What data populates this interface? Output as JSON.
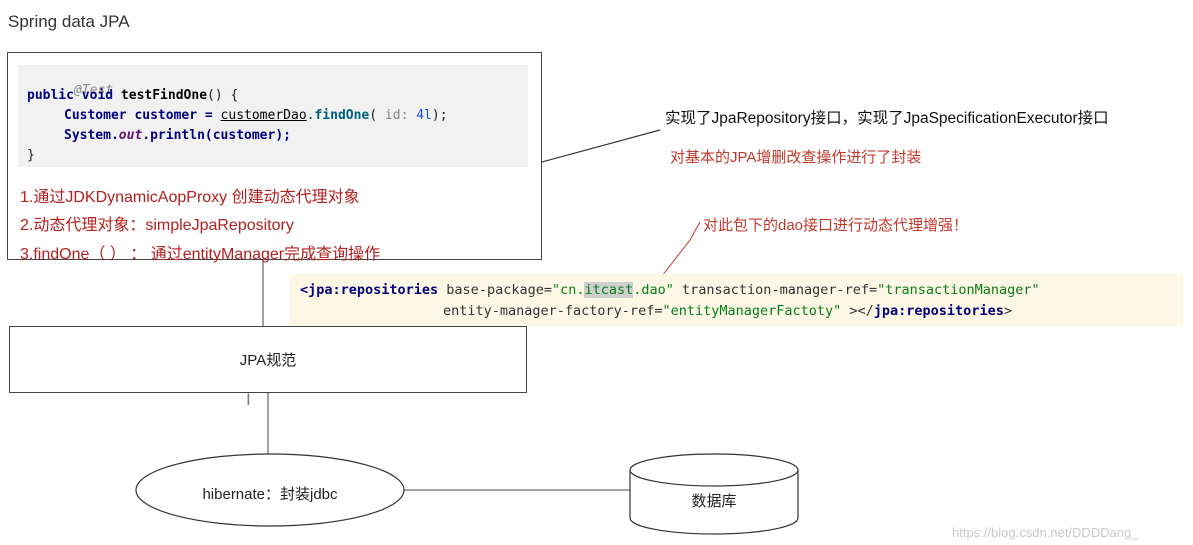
{
  "title": "Spring data JPA",
  "code": {
    "annotation": "@Test",
    "line1": {
      "kw": "public void ",
      "fn": "testFindOne",
      "rest": "() {"
    },
    "line2": {
      "type": "Customer customer = ",
      "dao": "customerDao",
      "dot": ".",
      "fn": "findOne",
      "open": "( ",
      "hint": "id:",
      "space": " ",
      "num": "4l",
      "close": ");"
    },
    "line3": {
      "sys": "System.",
      "out": "out",
      "rest": ".println(customer);"
    },
    "close": "}"
  },
  "steps": [
    "1.通过JDKDynamicAopProxy 创建动态代理对象",
    "2.动态代理对象：simpleJpaRepository",
    "3.findOne（ ）  ：  通过entityManager完成查询操作"
  ],
  "xml": {
    "line1": {
      "open": "<jpa:repositories",
      "attr1": " base-package=",
      "val1a": "\"cn.",
      "sel": "itcast",
      "val1b": ".dao\"",
      "attr2": " transaction-manager-ref=",
      "val2": "\"transactionManager\""
    },
    "line2": {
      "attr3": "entity-manager-factory-ref=",
      "val3": "\"entityManagerFactoty\"",
      "close1": " ></",
      "closeTag": "jpa:repositories",
      "close2": ">"
    }
  },
  "notes": {
    "black": "实现了JpaRepository接口，实现了JpaSpecificationExecutor接口",
    "red1": "对基本的JPA增删改查操作进行了封装",
    "red2": "对此包下的dao接口进行动态代理增强！"
  },
  "jpa_label": "JPA规范",
  "hibernate_label": "hibernate：封装jdbc",
  "db_label": "数据库",
  "watermark": "https://blog.csdn.net/DDDDang_",
  "colors": {
    "note_red": "#c0392b",
    "step_red": "#b42020",
    "xml_bg": "#fdf8e6",
    "code_bg": "#f1f1f1"
  }
}
